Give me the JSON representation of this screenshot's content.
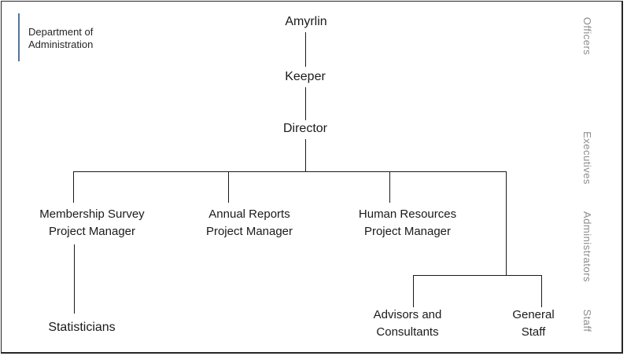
{
  "title_block": {
    "line1": "Department of",
    "line2": "Administration",
    "accent_color": "#52769b"
  },
  "hierarchy": {
    "name": "Amyrlin",
    "children": [
      {
        "name": "Keeper",
        "children": [
          {
            "name": "Director",
            "children": [
              {
                "name": "Membership Survey Project Manager",
                "children": [
                  {
                    "name": "Statisticians"
                  }
                ]
              },
              {
                "name": "Annual Reports Project Manager"
              },
              {
                "name": "Human Resources Project Manager"
              },
              {
                "name": "",
                "children": [
                  {
                    "name": "Advisors and Consultants"
                  },
                  {
                    "name": "General Staff"
                  }
                ]
              }
            ]
          }
        ]
      }
    ]
  },
  "nodes": {
    "amyrlin": {
      "label": "Amyrlin"
    },
    "keeper": {
      "label": "Keeper"
    },
    "director": {
      "label": "Director"
    },
    "membership_pm": {
      "line1": "Membership Survey",
      "line2": "Project Manager"
    },
    "annual_pm": {
      "line1": "Annual Reports",
      "line2": "Project Manager"
    },
    "hr_pm": {
      "line1": "Human Resources",
      "line2": "Project Manager"
    },
    "statisticians": {
      "label": "Statisticians"
    },
    "advisors": {
      "line1": "Advisors and",
      "line2": "Consultants"
    },
    "general_staff": {
      "line1": "General",
      "line2": "Staff"
    }
  },
  "side_labels": {
    "officers": "Officers",
    "executives": "Executives",
    "administrators": "Administrators",
    "staff": "Staff"
  },
  "colors": {
    "connector_line": "#1a1a1a",
    "node_text": "#1a1a1a",
    "side_label_text": "#8c8c8c",
    "border": "#262626"
  }
}
